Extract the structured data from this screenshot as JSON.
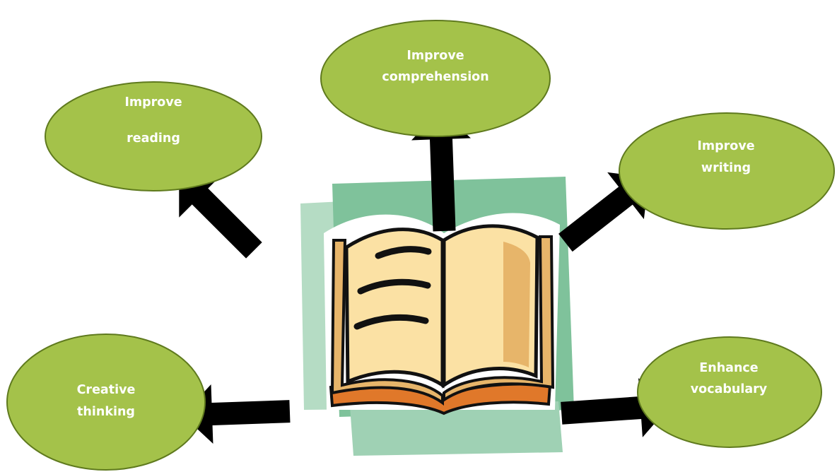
{
  "colors": {
    "bubble_fill": "#a4c24a",
    "bubble_stroke": "#5f7a1e",
    "bubble_text": "#ffffff",
    "arrow": "#000000",
    "backdrop_light": "#b5dcc4",
    "backdrop_mid": "#7fc29b",
    "page": "#fbe1a4",
    "page_shade": "#e7b56a",
    "cover": "#e0782a",
    "outline": "#111111"
  },
  "center_icon": "open-book-icon",
  "bubbles": [
    {
      "id": "reading",
      "lines": [
        "Improve",
        "reading"
      ]
    },
    {
      "id": "comprehension",
      "lines": [
        "Improve",
        "comprehension"
      ]
    },
    {
      "id": "writing",
      "lines": [
        "Improve",
        "writing"
      ]
    },
    {
      "id": "creative-thinking",
      "lines": [
        "Creative",
        "thinking"
      ]
    },
    {
      "id": "vocabulary",
      "lines": [
        "Enhance",
        "vocabulary"
      ]
    }
  ]
}
